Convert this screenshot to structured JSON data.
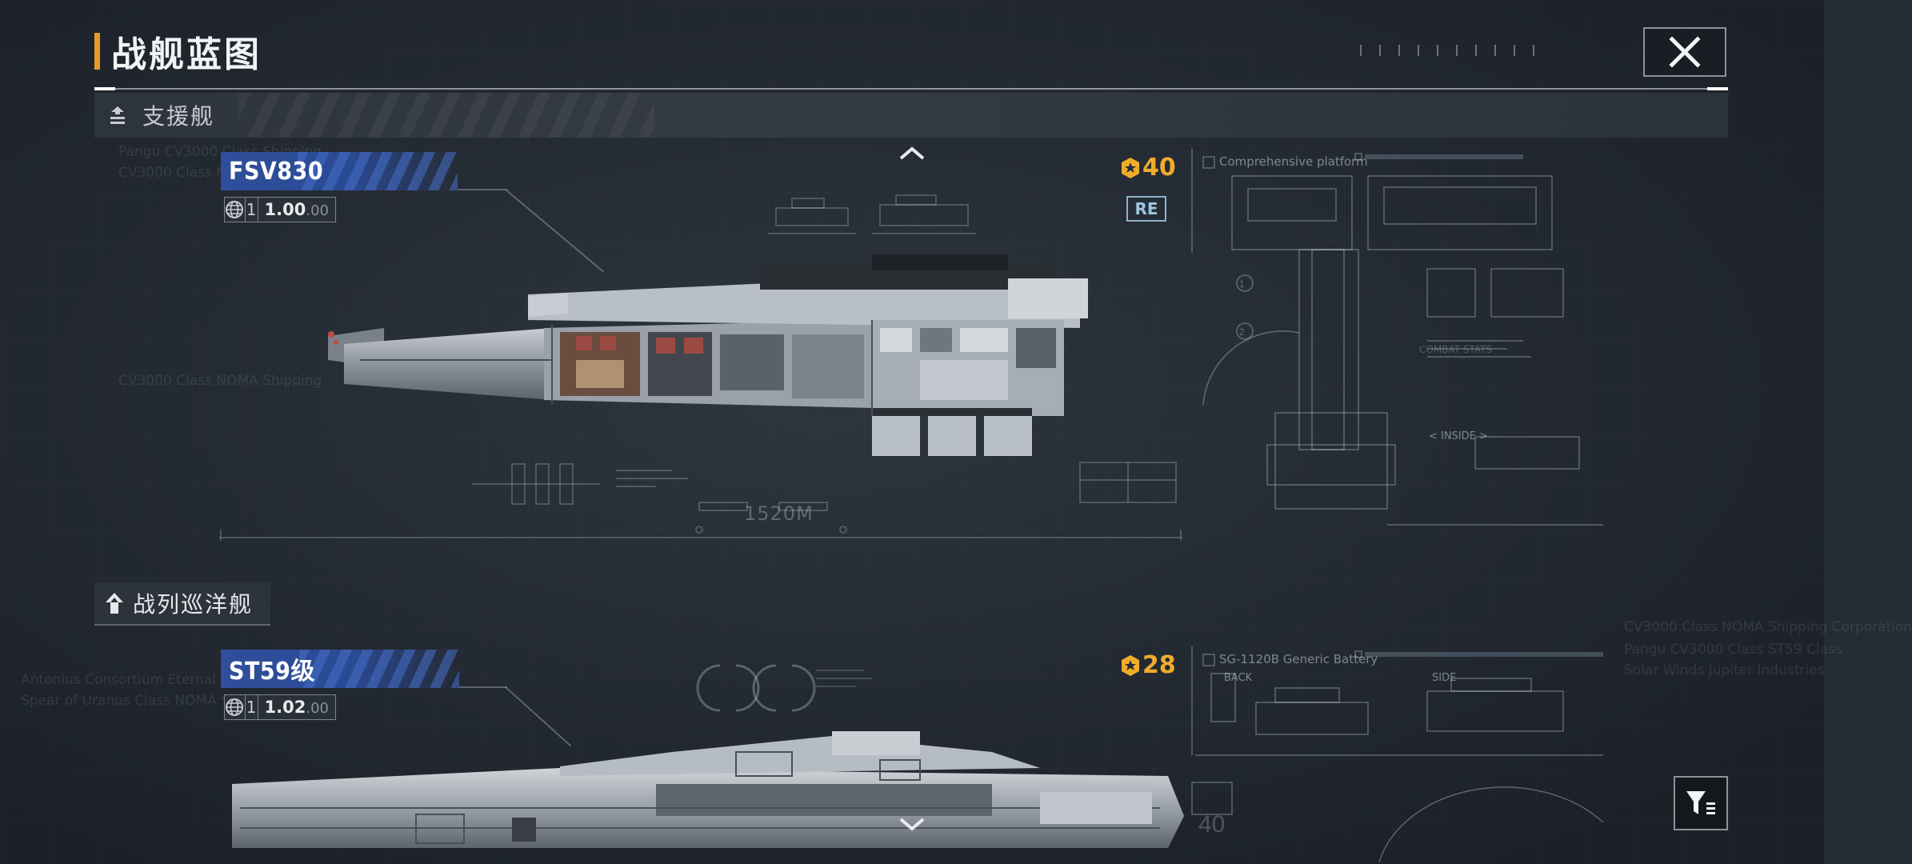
{
  "header": {
    "title": "战舰蓝图",
    "close_icon": "close-icon"
  },
  "sections": [
    {
      "label": "支援舰",
      "icon": "support-ship-icon"
    },
    {
      "label": "战列巡洋舰",
      "icon": "battlecruiser-icon"
    }
  ],
  "ships": [
    {
      "name": "FSV830",
      "count": "1",
      "ratio": "1.00",
      "ratio_suffix": ".00",
      "cost": "40",
      "badge": "RE",
      "scale_label": "1520M",
      "detail_label": "Comprehensive platform"
    },
    {
      "name": "ST59级",
      "count": "1",
      "ratio": "1.02",
      "ratio_suffix": ".00",
      "cost": "28",
      "detail_label": "SG-1120B Generic Battery",
      "detail_sub_back": "BACK",
      "detail_sub_side": "SIDE"
    }
  ],
  "background_text": {
    "line1": "Pangu CV3000 Class Shipping",
    "line2": "CV3000 Class NOMA Shipping Corporation",
    "line3": "CV3000 Class NOMA Shipping",
    "line4": "Antonius Consortium Eternal Storm",
    "line5": "Spear of Uranus Class NOMA Shipping",
    "line6": "CV3000 Class NOMA Shipping Corporation",
    "line7": "Pangu CV3000 Class ST59 Class",
    "line8": "Solar Winds Jupiter Industries",
    "inside": "< INSIDE >",
    "combat": "COMBAT STATS"
  },
  "colors": {
    "accent": "#e59a2b",
    "cost": "#f0ad2a",
    "name_bar": "#2f4f9c",
    "background": "#262c35"
  }
}
